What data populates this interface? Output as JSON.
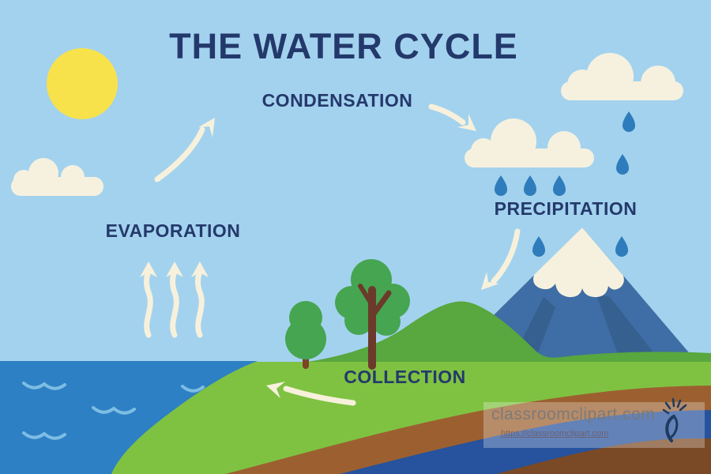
{
  "title": "THE WATER CYCLE",
  "stages": {
    "condensation": "CONDENSATION",
    "precipitation": "PRECIPITATION",
    "evaporation": "EVAPORATION",
    "collection": "COLLECTION"
  },
  "watermark": {
    "site": "classroomclipart.com",
    "url": "https://classroomclipart.com"
  },
  "scene_icons": [
    "sun",
    "cloud",
    "raindrop",
    "snow-capped-mountain",
    "tree",
    "ocean-wave",
    "cycle-arrow",
    "soil-layers",
    "dancing-figure-logo"
  ],
  "palette": {
    "sky": "#a3d2ee",
    "sun": "#f7e24b",
    "cloud_cream": "#f6f1df",
    "text_navy": "#24396b",
    "raindrop_blue": "#2e7cbb",
    "ocean_blue": "#2d80c3",
    "wave_light_blue": "#7ebde4",
    "hill_green": "#58a73f",
    "grass_green": "#7fc242",
    "mountain_blue": "#3f6da5",
    "mountain_shadow": "#36608f",
    "snow_cream": "#f6f1df",
    "tree_green": "#46a551",
    "trunk_brown": "#7b4527",
    "soil_brown": "#9c6030",
    "groundwater_blue": "#27529d",
    "deep_soil_brown": "#7a4a26",
    "arrow_cream": "#f7f1dc"
  }
}
